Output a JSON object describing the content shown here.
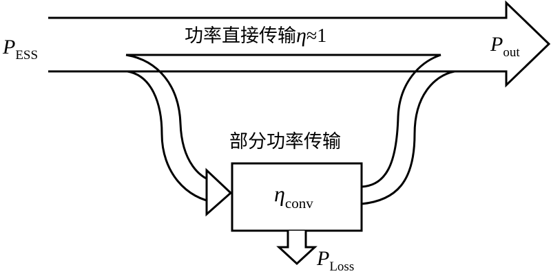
{
  "labels": {
    "input_symbol": "P",
    "input_sub": "ESS",
    "direct_transfer": "功率直接传输",
    "direct_eta": "η",
    "direct_approx": "≈1",
    "output_symbol": "P",
    "output_sub": "out",
    "partial_transfer": "部分功率传输",
    "converter_eta": "η",
    "converter_sub": "conv",
    "loss_symbol": "P",
    "loss_sub": "Loss"
  },
  "colors": {
    "stroke": "#000000",
    "fill": "#ffffff"
  }
}
